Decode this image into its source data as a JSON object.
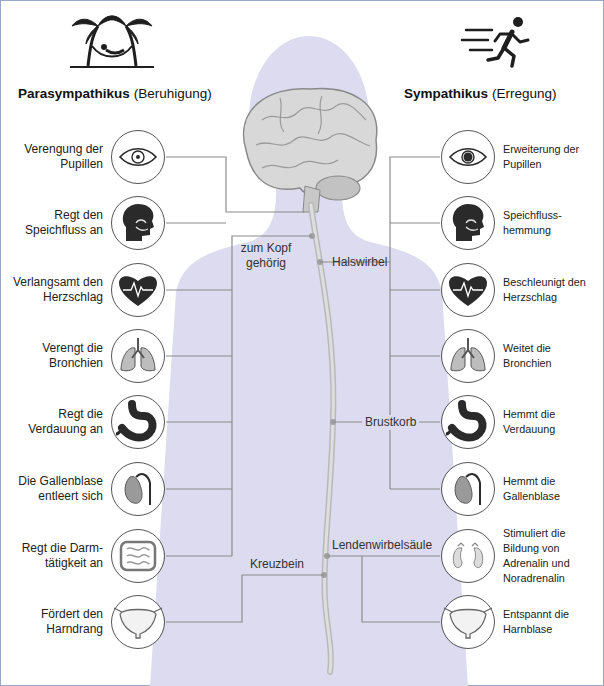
{
  "diagram": {
    "nodes": [
      {
        "text": [
          "Verengung der Pupillen"
        ]
      },
      {
        "text": [
          "Regt den Speichfluss an"
        ]
      },
      {
        "text": [
          "Verlangsamt den Herzschlag"
        ]
      },
      {
        "text": [
          "Verengt die Bronchien"
        ]
      },
      {
        "text": [
          "Regt die Verdauung an"
        ]
      },
      {
        "text": [
          "Die Gallenblase entleert sich"
        ]
      },
      {
        "text": [
          "Regt die Darm-tätigkeit an"
        ]
      },
      {
        "text": [
          "Fördert den Harndrang"
        ]
      },
      {
        "text": [
          "Erweiterung der Pupillen"
        ]
      },
      {
        "text": [
          "Speichfluss-hemmung"
        ]
      },
      {
        "text": [
          "Beschleunigt den Herzschlag"
        ]
      },
      {
        "text": [
          "Weitet die Bronchien"
        ]
      },
      {
        "text": [
          "Hemmt die Verdauung"
        ]
      },
      {
        "text": [
          "Hemmt die Gallenblase"
        ]
      },
      {
        "text": [
          "Stimuliert die Bildung von Adrenalin und Noradrenalin"
        ]
      },
      {
        "text": [
          "Entspannt die Harnblase"
        ]
      }
    ],
    "labels": [
      "Parasympathikus",
      "(Beruhigung)",
      "Sympathikus",
      "(Erregung)",
      "zum Kopf gehörig",
      "Halswirbel",
      "Brustkorb",
      "Lendenwirbelsäule",
      "Kreuzbein"
    ]
  }
}
